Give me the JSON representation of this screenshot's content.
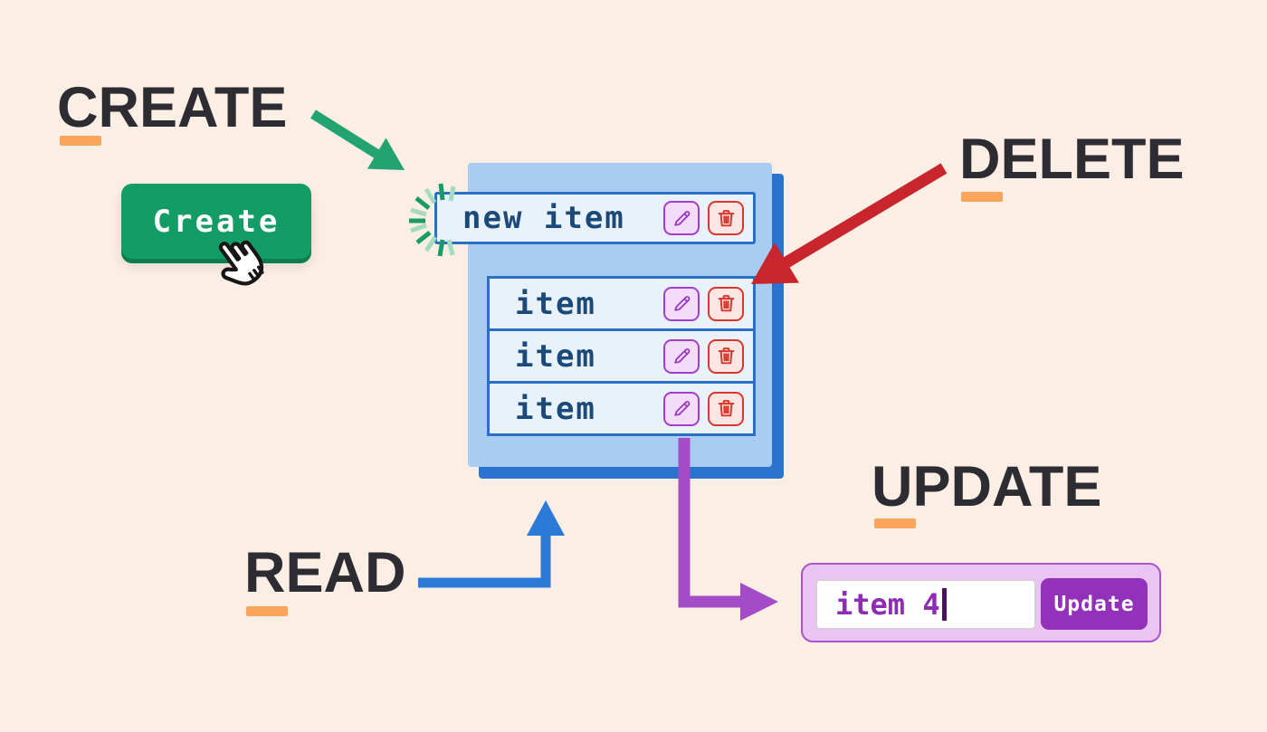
{
  "background_color": "#fbeee4",
  "headings": {
    "create": "CREATE",
    "read": "READ",
    "update": "UPDATE",
    "delete": "DELETE",
    "text_color": "#2d2c32",
    "underline_color": "#f9a55b"
  },
  "create_button": {
    "label": "Create",
    "color": "#149c66"
  },
  "list_panel": {
    "panel_color": "#a9cdf2",
    "shadow_color": "#2a74cf",
    "row_background": "#e9f2fb",
    "row_border_color": "#2a70c6",
    "row_text_color": "#1b4a78",
    "new_item": {
      "text": "new item"
    },
    "items": [
      {
        "text": "item"
      },
      {
        "text": "item"
      },
      {
        "text": "item"
      }
    ],
    "edit_icon": "pencil-icon",
    "edit_color": "#a23ecb",
    "delete_icon": "trash-icon",
    "delete_color": "#d8372c"
  },
  "arrows": {
    "create_color": "#23a372",
    "delete_color": "#c8262c",
    "read_color": "#2b7ad8",
    "update_color": "#a44cc8",
    "sparkle_dark": "#189c67",
    "sparkle_light": "#a5dbc1"
  },
  "update_widget": {
    "input_value": "item 4",
    "button_label": "Update",
    "panel_color": "#eac5f4",
    "border_color": "#ab52cb",
    "button_color": "#9331bb",
    "input_text_color": "#8e2cb4"
  }
}
